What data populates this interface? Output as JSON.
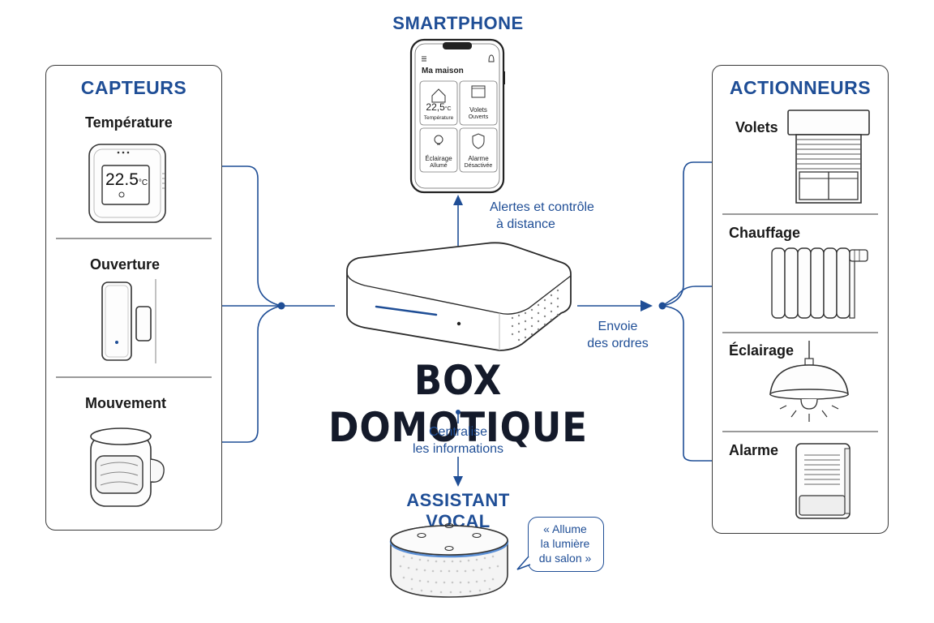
{
  "capteurs": {
    "title": "CAPTEURS",
    "items": [
      {
        "label": "Température",
        "icon": "thermostat-icon",
        "display": "22.5",
        "unit": "°C"
      },
      {
        "label": "Ouverture",
        "icon": "door-sensor-icon"
      },
      {
        "label": "Mouvement",
        "icon": "motion-sensor-icon"
      }
    ]
  },
  "smartphone": {
    "title": "SMARTPHONE",
    "screen": {
      "header": "Ma maison",
      "tiles": [
        {
          "value": "22,5",
          "unit": "°C",
          "label": "Température",
          "icon": "home-icon"
        },
        {
          "label": "Volets",
          "sublabel": "Ouverts",
          "icon": "shutter-icon"
        },
        {
          "label": "Éclairage",
          "sublabel": "Allumé",
          "icon": "bulb-icon"
        },
        {
          "label": "Alarme",
          "sublabel": "Désactivée",
          "icon": "shield-icon"
        }
      ]
    },
    "note_line1": "Alertes et contrôle",
    "note_line2": "à distance"
  },
  "box": {
    "title": "BOX DOMOTIQUE",
    "centralise_line1": "Centralise",
    "centralise_line2": "les informations",
    "envoie_line1": "Envoie",
    "envoie_line2": "des ordres"
  },
  "assistant": {
    "title": "ASSISTANT VOCAL",
    "bubble_line1": "« Allume",
    "bubble_line2": "la lumière",
    "bubble_line3": "du salon »"
  },
  "actionneurs": {
    "title": "ACTIONNEURS",
    "items": [
      {
        "label": "Volets",
        "icon": "roller-shutter-icon"
      },
      {
        "label": "Chauffage",
        "icon": "radiator-icon"
      },
      {
        "label": "Éclairage",
        "icon": "pendant-lamp-icon"
      },
      {
        "label": "Alarme",
        "icon": "siren-icon"
      }
    ]
  },
  "colors": {
    "accent": "#1f4e96",
    "outline": "#3a3a3a"
  }
}
